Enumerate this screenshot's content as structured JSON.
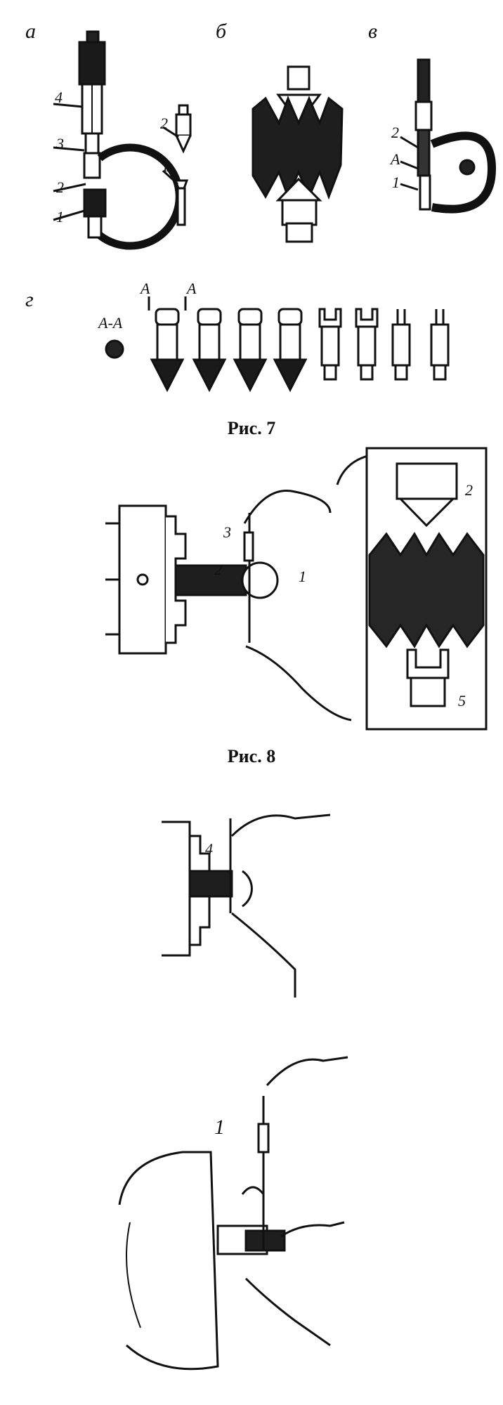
{
  "fig7": {
    "label_a": "а",
    "label_b": "б",
    "label_v": "в",
    "label_g": "г",
    "a_callouts": [
      "4",
      "3",
      "2",
      "1"
    ],
    "a_parts": [
      "2",
      "1"
    ],
    "v_callouts": [
      "2",
      "A",
      "1"
    ],
    "g_section_arrows": [
      "A",
      "A"
    ],
    "g_section": "A-A",
    "caption": "Рис. 7"
  },
  "fig8": {
    "callouts": [
      "3",
      "2",
      "1"
    ],
    "inset_callouts": [
      "2",
      "5"
    ],
    "caption": "Рис. 8"
  },
  "fig9": {
    "callout": "4"
  },
  "fig10": {
    "callout": "1"
  }
}
